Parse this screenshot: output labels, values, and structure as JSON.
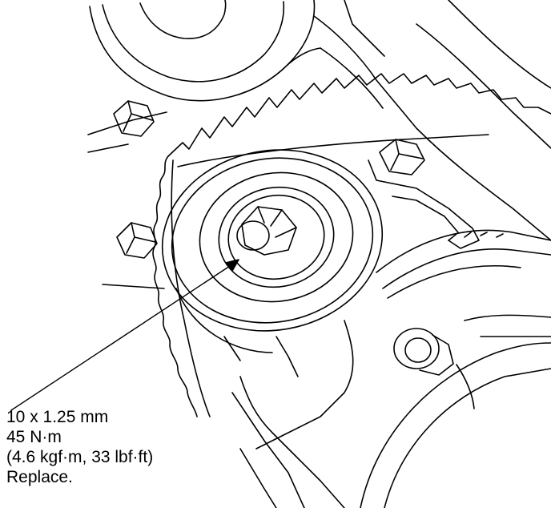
{
  "callout": {
    "bolt_size": "10 x 1.25 mm",
    "torque_nm": "45 N·m",
    "torque_alt": "(4.6 kgf·m, 33 lbf·ft)",
    "note": "Replace."
  },
  "colors": {
    "line": "#000000",
    "background": "#ffffff"
  }
}
